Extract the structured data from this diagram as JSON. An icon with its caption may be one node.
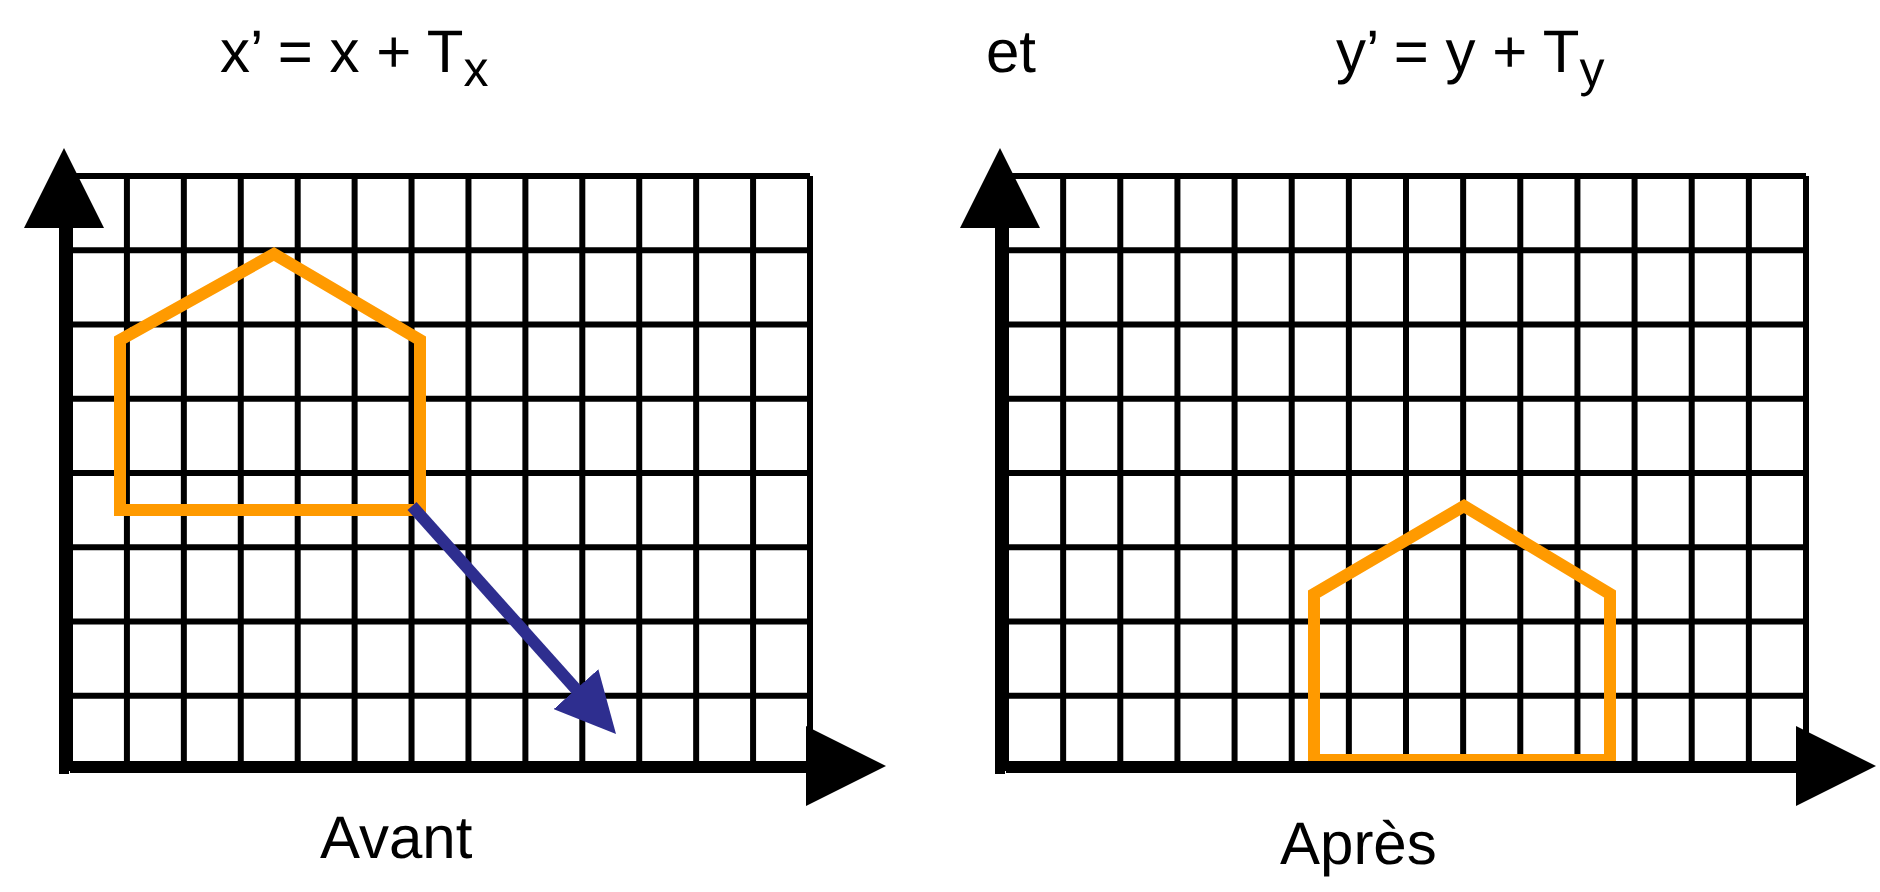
{
  "diagram": {
    "labels": [
      "x’ = x + T$_{x}$",
      "et",
      "y’ = y + T$_{y}$",
      "Avant",
      "Après"
    ]
  }
}
